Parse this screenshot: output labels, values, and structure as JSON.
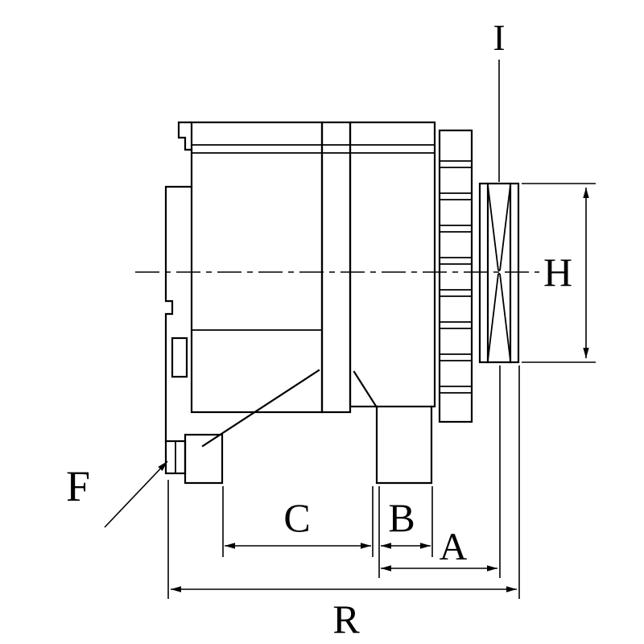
{
  "dimensions": {
    "I": "I",
    "H": "H",
    "F": "F",
    "C": "C",
    "B": "B",
    "A": "A",
    "R": "R"
  },
  "colors": {
    "line": "#000000",
    "background": "#ffffff"
  }
}
